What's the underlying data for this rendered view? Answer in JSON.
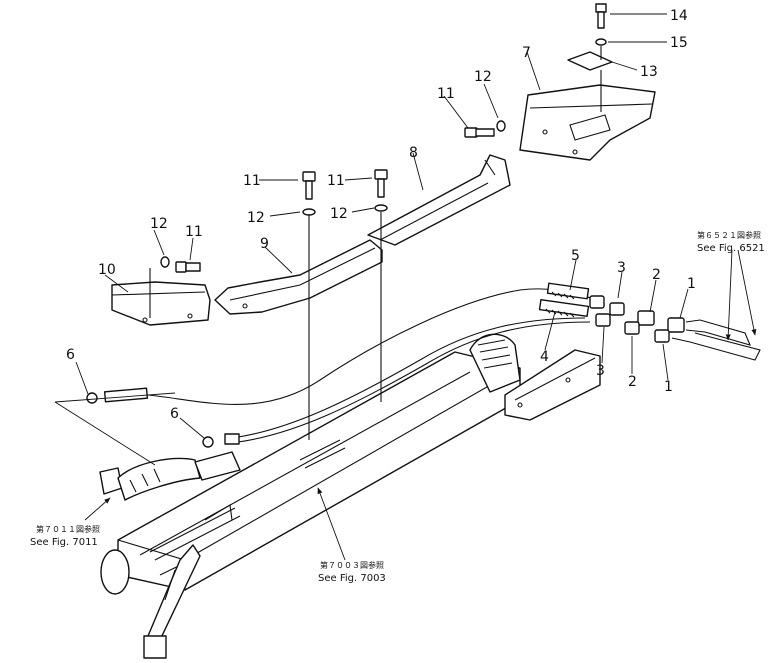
{
  "callouts": {
    "n1a": "1",
    "n1b": "1",
    "n2a": "2",
    "n2b": "2",
    "n3a": "3",
    "n3b": "3",
    "n4": "4",
    "n5": "5",
    "n6a": "6",
    "n6b": "6",
    "n7": "7",
    "n8": "8",
    "n9": "9",
    "n10": "10",
    "n11a": "11",
    "n11b": "11",
    "n11c": "11",
    "n11d": "11",
    "n12a": "12",
    "n12b": "12",
    "n12c": "12",
    "n12d": "12",
    "n13": "13",
    "n14": "14",
    "n15": "15"
  },
  "references": {
    "fig6521_jp": "第６５２１図参照",
    "fig6521": "See Fig. 6521",
    "fig7011_jp": "第７０１１図参照",
    "fig7011": "See Fig. 7011",
    "fig7003_jp": "第７００３図参照",
    "fig7003": "See Fig. 7003"
  }
}
